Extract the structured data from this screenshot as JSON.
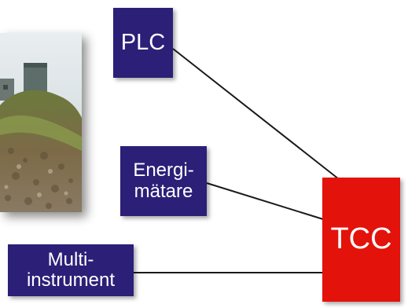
{
  "nodes": {
    "plc": {
      "label": "PLC"
    },
    "energi": {
      "line1": "Energi-",
      "line2": "mätare"
    },
    "multi": {
      "line1": "Multi-",
      "line2": "instrument"
    },
    "tcc": {
      "label": "TCC"
    }
  },
  "colors": {
    "node_blue": "#2b1f78",
    "node_red": "#e3120b",
    "connector": "#1a1a1a"
  },
  "photo": {
    "subject": "industrial building on a grassy rocky hillside"
  }
}
